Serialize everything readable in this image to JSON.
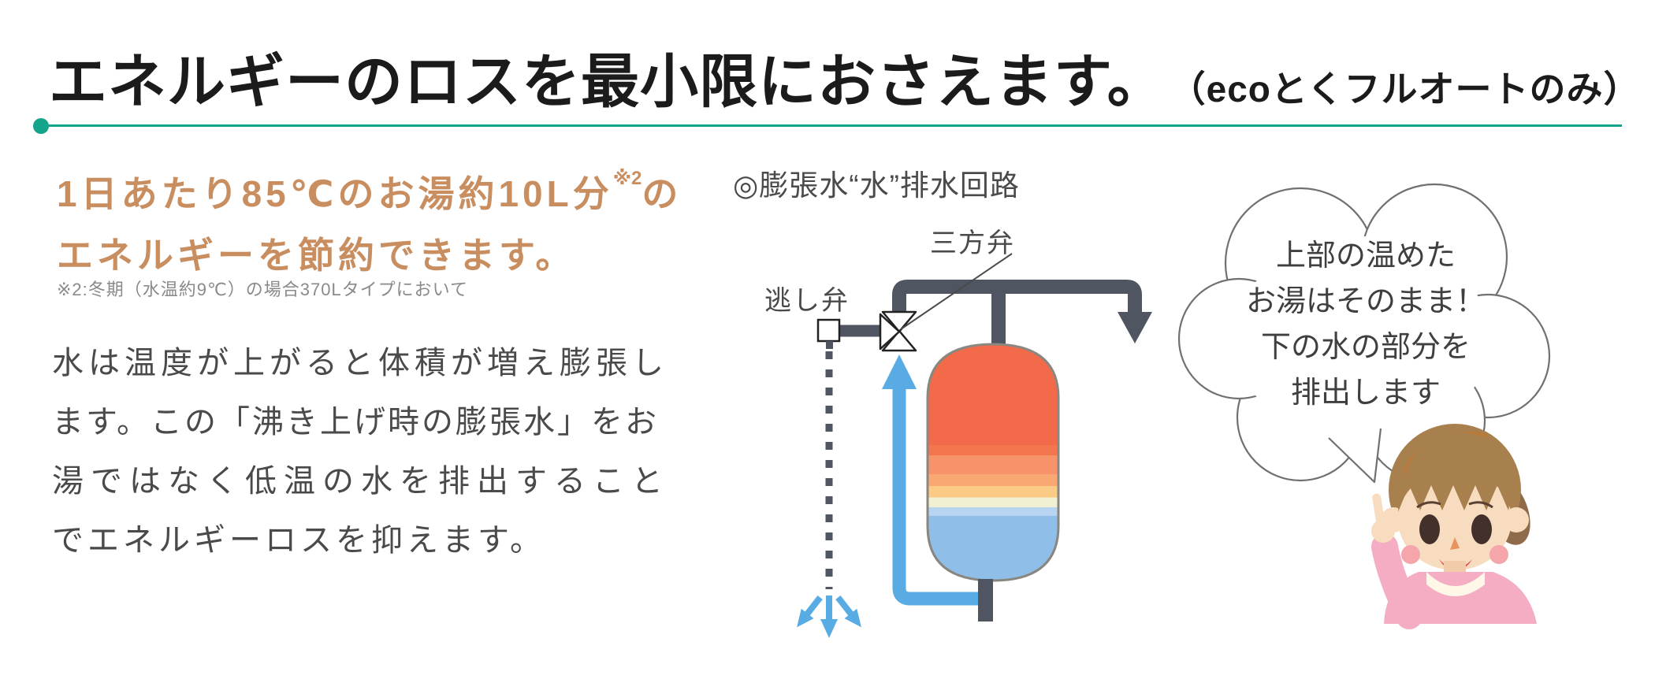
{
  "header": {
    "title": "エネルギーのロスを最小限におさえます。",
    "title_suffix": "（ecoとくフルオートのみ）"
  },
  "left": {
    "headline": {
      "part1": "1日あたり85℃のお湯約10L分",
      "sup": "※2",
      "part2": "の",
      "line2": "エネルギーを節約できます。"
    },
    "footnote": "※2:冬期（水温約9℃）の場合370Lタイプにおいて",
    "body_lines": [
      "水は温度が上がると体積が増え膨張し",
      "ます。この「沸き上げ時の膨張水」をお",
      "湯ではなく低温の水を排出すること",
      "でエネルギーロスを抑えます。"
    ]
  },
  "diagram": {
    "title": "◎膨張水“水”排水回路",
    "labels": {
      "three_way_valve": "三方弁",
      "relief_valve": "逃し弁"
    },
    "colors": {
      "accent_teal": "#14a38b",
      "headline_orange": "#c98e60",
      "pipe_dark": "#4f5662",
      "water_flow_blue": "#58ace3",
      "tank_outline": "#8a8680",
      "tank_bands_top_to_bottom": [
        "#f26a4a",
        "#f4764f",
        "#f7936b",
        "#f9a873",
        "#fbcb85",
        "#f2f0d3",
        "#b7d4f0",
        "#8fbfe8"
      ]
    }
  },
  "bubble": {
    "lines": [
      "上部の温めた",
      "お湯はそのまま！",
      "下の水の部分を",
      "排出します"
    ]
  },
  "illustration": {
    "name": "girl-pointing"
  }
}
